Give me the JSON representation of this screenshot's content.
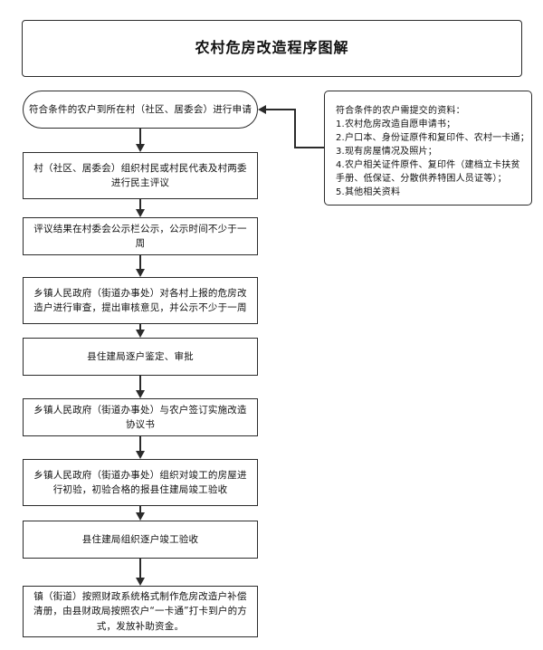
{
  "diagram": {
    "title": "农村危房改造程序图解",
    "start_node": {
      "label": "符合条件的农户到所在村（社区、居委会）进行申请",
      "shape": "terminator"
    },
    "steps": [
      {
        "n": 2,
        "label": "村（社区、居委会）组织村民或村民代表及村两委进行民主评议"
      },
      {
        "n": 3,
        "label": "评议结果在村委会公示栏公示，公示时间不少于一周"
      },
      {
        "n": 4,
        "label": "乡镇人民政府（街道办事处）对各村上报的危房改造户进行审查，提出审核意见，并公示不少于一周"
      },
      {
        "n": 5,
        "label": "县住建局逐户鉴定、审批"
      },
      {
        "n": 6,
        "label": "乡镇人民政府（街道办事处）与农户签订实施改造协议书"
      },
      {
        "n": 7,
        "label": "乡镇人民政府（街道办事处）组织对竣工的房屋进行初验，初验合格的报县住建局竣工验收"
      },
      {
        "n": 8,
        "label": "县住建局组织逐户竣工验收"
      },
      {
        "n": 9,
        "label": "镇（街道）按照财政系统格式制作危房改造户补偿清册，由县财政局按照农户“一卡通”打卡到户的方式，发放补助资金。"
      }
    ],
    "note": {
      "heading": "符合条件的农户需提交的资料：",
      "lines": [
        "1.农村危房改造自愿申请书；",
        "2.户口本、身份证原件和复印件、农村一卡通；",
        "3.现有房屋情况及照片；",
        "4.农户相关证件原件、复印件（建档立卡扶贫手册、低保证、分散供养特困人员证等）；",
        "5.其他相关资料"
      ]
    },
    "colors": {
      "stroke": "#2b2b2b",
      "background": "#ffffff",
      "text": "#111111"
    }
  }
}
